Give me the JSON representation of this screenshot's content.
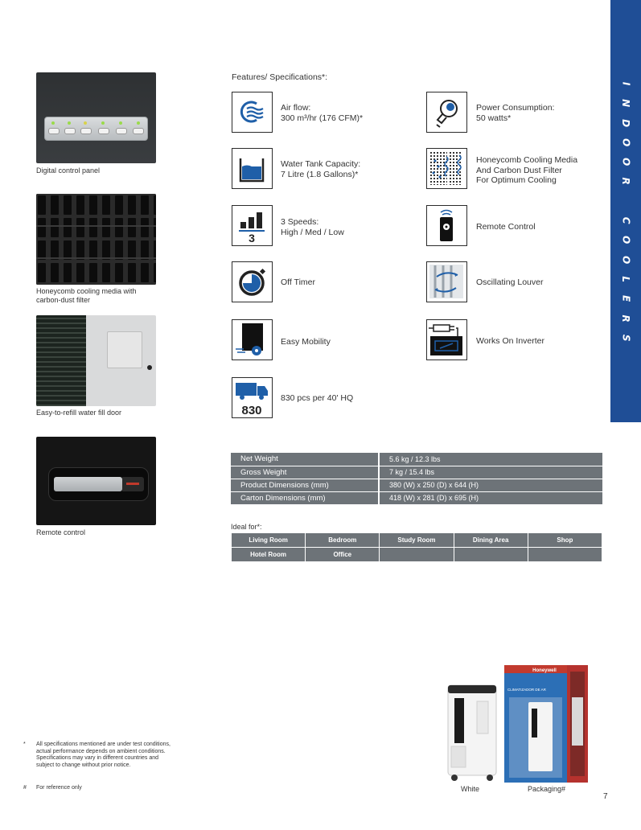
{
  "side_band": {
    "letters_top": [
      "I",
      "N",
      "D",
      "O",
      "O",
      "R"
    ],
    "letters_bottom": [
      "C",
      "O",
      "O",
      "L",
      "E",
      "R",
      "S"
    ]
  },
  "photos": [
    {
      "caption": "Digital control panel"
    },
    {
      "caption_lines": [
        "Honeycomb cooling media with",
        "carbon-dust filter"
      ]
    },
    {
      "caption": "Easy-to-refill water fill door"
    },
    {
      "caption": "Remote control"
    }
  ],
  "features_title": "Features/ Specifications*:",
  "features_left": [
    {
      "icon": "air-flow-icon",
      "lines": [
        "Air flow:",
        "300 m³/hr (176 CFM)*"
      ]
    },
    {
      "icon": "water-tank-icon",
      "lines": [
        "Water Tank Capacity:",
        "7 Litre (1.8 Gallons)*"
      ]
    },
    {
      "icon": "speeds-icon",
      "icon_label": "3",
      "lines": [
        "3 Speeds:",
        "High / Med / Low"
      ]
    },
    {
      "icon": "timer-icon",
      "lines": [
        "Off Timer"
      ]
    },
    {
      "icon": "mobility-icon",
      "lines": [
        "Easy Mobility"
      ]
    },
    {
      "icon": "truck-icon",
      "icon_label": "830",
      "lines": [
        "830 pcs per 40' HQ"
      ]
    }
  ],
  "features_right": [
    {
      "icon": "bulb-icon",
      "lines": [
        "Power Consumption:",
        "50 watts*"
      ]
    },
    {
      "icon": "honeycomb-icon",
      "lines": [
        "Honeycomb Cooling Media",
        "And Carbon Dust Filter",
        "For Optimum Cooling"
      ]
    },
    {
      "icon": "remote-icon",
      "lines": [
        "Remote Control"
      ]
    },
    {
      "icon": "louver-icon",
      "lines": [
        "Oscillating Louver"
      ]
    },
    {
      "icon": "inverter-icon",
      "lines": [
        "Works On Inverter"
      ]
    }
  ],
  "specs": [
    {
      "label": "Net Weight",
      "value": "5.6 kg / 12.3 lbs"
    },
    {
      "label": "Gross Weight",
      "value": "7 kg / 15.4 lbs"
    },
    {
      "label": "Product Dimensions (mm)",
      "value": "380 (W) x 250 (D) x 644 (H)"
    },
    {
      "label": "Carton Dimensions (mm)",
      "value": "418 (W) x 281 (D) x 695 (H)"
    }
  ],
  "ideal_label": "Ideal for*:",
  "ideal_rows": [
    [
      "Living Room",
      "Bedroom",
      "Study Room",
      "Dining Area",
      "Shop"
    ],
    [
      "Hotel Room",
      "Office",
      "",
      "",
      ""
    ]
  ],
  "footnotes": {
    "note1": [
      "All specifications mentioned are under test conditions,",
      "actual performance depends on ambient conditions.",
      "Specifications may vary in different countries and",
      "subject to change without prior notice."
    ],
    "note1_symbol": "*",
    "note2": "For reference only",
    "note2_symbol": "#"
  },
  "products": {
    "white_caption": "White",
    "packaging_caption": "Packaging#",
    "box_brand": "Honeywell",
    "box_title": "CLIMATIZADOR DE AR"
  },
  "page_number": "7",
  "colors": {
    "band": "#1f4e96",
    "table_bg": "#6d7378",
    "icon_blue": "#1f5fa8"
  }
}
